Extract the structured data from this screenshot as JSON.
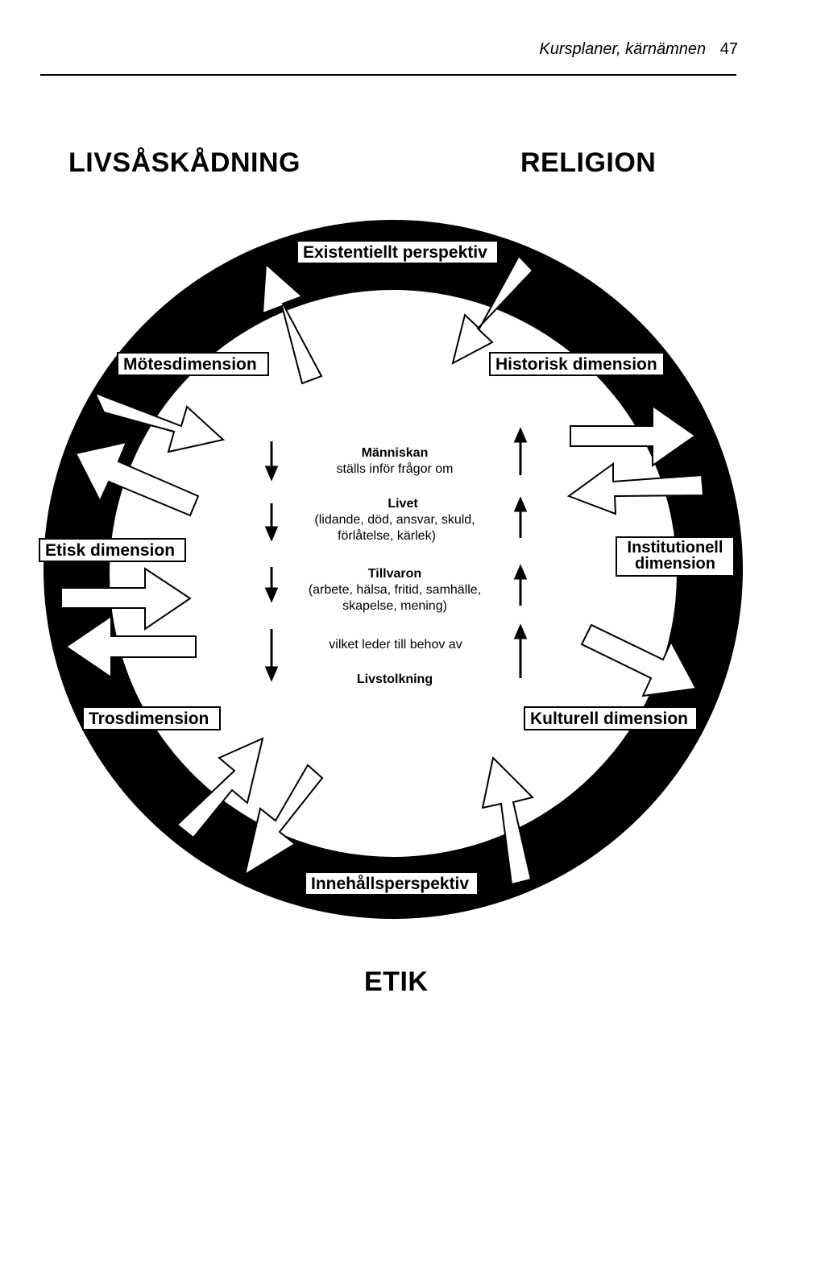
{
  "running_head": {
    "text": "Kursplaner, kärnämnen",
    "page_number": "47"
  },
  "titles": {
    "left": "LIVSÅSKÅDNING",
    "right": "RELIGION",
    "bottom": "ETIK"
  },
  "dimensions": {
    "existentiellt": "Existentiellt perspektiv",
    "motes": "Mötesdimension",
    "historisk": "Historisk dimension",
    "etisk": "Etisk dimension",
    "institutionell_1": "Institutionell",
    "institutionell_2": "dimension",
    "tros": "Trosdimension",
    "kulturell": "Kulturell dimension",
    "innehall": "Innehållsperspektiv"
  },
  "center": {
    "manniskan": "Människan",
    "stalls": "ställs inför frågor om",
    "livet": "Livet",
    "livet_detail_1": "(lidande, död, ansvar, skuld,",
    "livet_detail_2": "förlåtelse, kärlek)",
    "tillvaron": "Tillvaron",
    "tillvaron_detail_1": "(arbete, hälsa, fritid, samhälle,",
    "tillvaron_detail_2": "skapelse, mening)",
    "leder": "vilket leder till behov av",
    "livstolkning": "Livstolkning"
  },
  "colors": {
    "ring": "#000000",
    "background": "#ffffff"
  }
}
